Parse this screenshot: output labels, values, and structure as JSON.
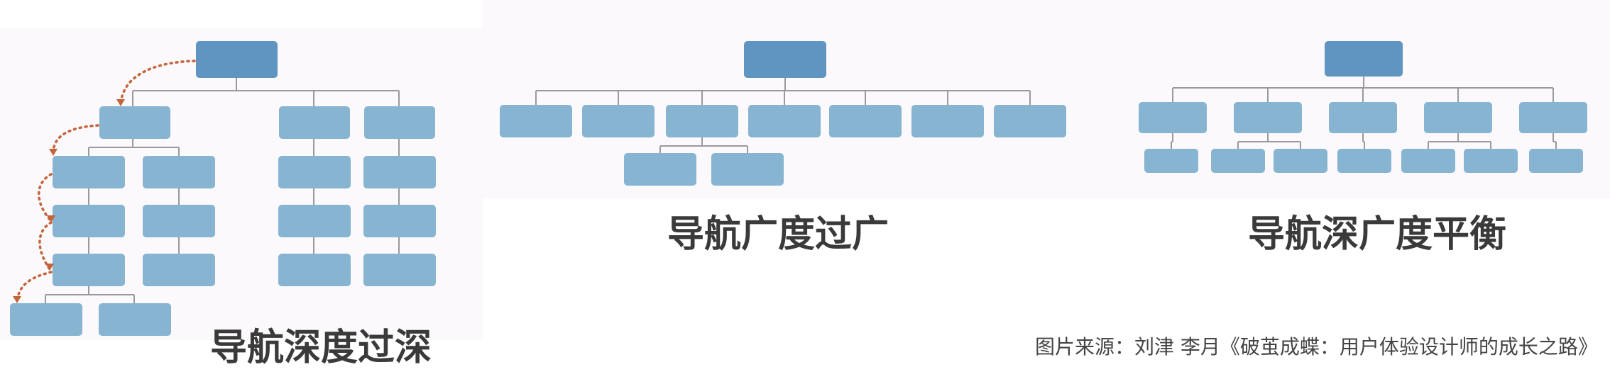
{
  "colors": {
    "root_box": "#5f95c0",
    "child_box": "#86b4d1",
    "connector": "#9a9a9a",
    "arrow": "#c4643a",
    "panel_bg": "#fbf9fc"
  },
  "captions": {
    "too_deep": "导航深度过深",
    "too_wide": "导航广度过广",
    "balanced": "导航深广度平衡"
  },
  "source": "图片来源：刘津 李月《破茧成蝶：用户体验设计师的成长之路》",
  "trees": {
    "too_deep": {
      "root_children": 3,
      "max_depth": 5
    },
    "too_wide": {
      "root_children": 7,
      "max_depth": 2
    },
    "balanced": {
      "root_children": 5,
      "max_depth": 2
    }
  }
}
